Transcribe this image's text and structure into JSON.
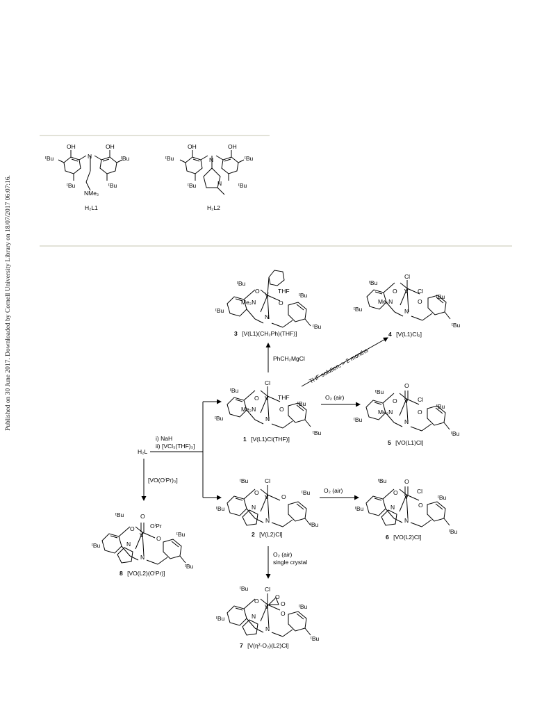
{
  "side_note": "Published on 30 June 2017. Downloaded by Cornell University Library on 18/07/2017 06:07:16.",
  "ligands": [
    {
      "label": "H2L1",
      "text": "H₂L1",
      "oh": "OH",
      "tbu": "ᵗBu",
      "amine": "NMe₂",
      "n": "N"
    },
    {
      "label": "H2L2",
      "text": "H₂L2",
      "oh": "OH",
      "tbu": "ᵗBu",
      "n": "N"
    }
  ],
  "atoms": {
    "V": "V",
    "N": "N",
    "O": "O",
    "Cl": "Cl",
    "THF": "THF",
    "Me2N": "Me₂N",
    "tBu": "ᵗBu",
    "OiPr": "OⁱPr"
  },
  "compounds": [
    {
      "num": "1",
      "formula": "[V(L1)Cl(THF)]"
    },
    {
      "num": "2",
      "formula": "[V(L2)Cl]"
    },
    {
      "num": "3",
      "formula": "[V(L1)(CH₂Ph)(THF)]"
    },
    {
      "num": "4",
      "formula": "[V(L1)Cl₂]"
    },
    {
      "num": "5",
      "formula": "[VO(L1)Cl]"
    },
    {
      "num": "6",
      "formula": "[VO(L2)Cl]"
    },
    {
      "num": "7",
      "formula": "[V(η²-O₂)(L2)Cl]"
    },
    {
      "num": "8",
      "formula": "[VO(L2)(OⁱPr)]"
    }
  ],
  "reagents": {
    "start": "H₂L",
    "nah": "i) NaH",
    "vcl3": "ii) [VCl₃(THF)₃]",
    "benzyl": "PhCH₂MgCl",
    "thf_months": "THF solution, > 2 months",
    "o2_air": "O₂ (air)",
    "o2_air_2": "O₂ (air)",
    "o2_air_3": "O₂ (air)",
    "single_crystal": "single crystal",
    "vo_oipr": "[VO(OⁱPr)₃]"
  },
  "colors": {
    "rule": "#d8d8cc",
    "ink": "#000000"
  }
}
